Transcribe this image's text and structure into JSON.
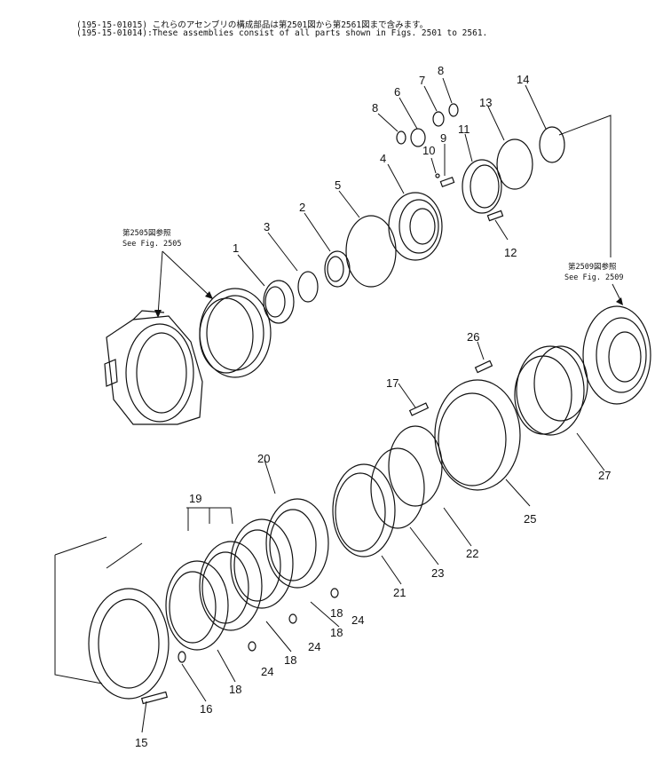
{
  "header": {
    "line1": "(195-15-01015) これらのアセンブリの構成部品は第2501図から第2561図まで含みます。",
    "line2": "(195-15-01014):These assemblies consist of all parts shown in Figs. 2501 to 2561."
  },
  "refs": {
    "ref_2505_jp": "第2505図参照",
    "ref_2505_en": "See  Fig. 2505",
    "ref_2509_jp": "第2509図参照",
    "ref_2509_en": "See  Fig. 2509"
  },
  "callouts": [
    "1",
    "2",
    "3",
    "4",
    "5",
    "6",
    "7",
    "8",
    "8",
    "9",
    "10",
    "11",
    "12",
    "13",
    "14",
    "15",
    "16",
    "17",
    "18",
    "18",
    "18",
    "18",
    "19",
    "20",
    "21",
    "22",
    "23",
    "24",
    "24",
    "24",
    "25",
    "26",
    "27"
  ]
}
